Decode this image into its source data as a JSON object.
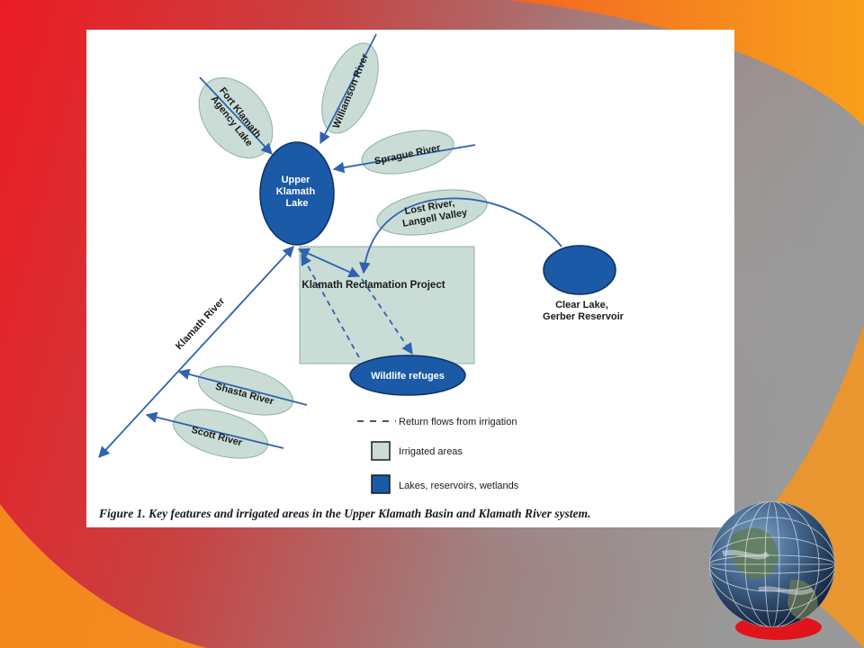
{
  "diagram": {
    "nodes": {
      "upper_klamath_lake": [
        "Upper",
        "Klamath",
        "Lake"
      ],
      "fort_klamath": [
        "Fort Klamath",
        "Agency Lake"
      ],
      "williamson_river": "Williamson River",
      "sprague_river": "Sprague River",
      "lost_river": [
        "Lost River,",
        "Langell Valley"
      ],
      "klamath_project": "Klamath Reclamation Project",
      "clear_lake": [
        "Clear Lake,",
        "Gerber Reservoir"
      ],
      "wildlife_refuges": "Wildlife refuges",
      "klamath_river": "Klamath River",
      "shasta_river": "Shasta River",
      "scott_river": "Scott River"
    },
    "legend": {
      "return_flows": "Return flows from irrigation",
      "irrigated": "Irrigated areas",
      "lakes": "Lakes, reservoirs, wetlands"
    },
    "caption": "Figure 1. Key features and irrigated areas in the Upper Klamath Basin and Klamath River system."
  },
  "colors": {
    "water": "#1a5aa6",
    "irrigated_fill": "#c9ddd6",
    "irrigated_stroke": "#8fb0a4",
    "arrow": "#2f63b0",
    "background_red": "#e8262a",
    "background_orange": "#f7941d",
    "background_gray": "#9a9a9a"
  },
  "icons": [
    "globe-icon"
  ]
}
